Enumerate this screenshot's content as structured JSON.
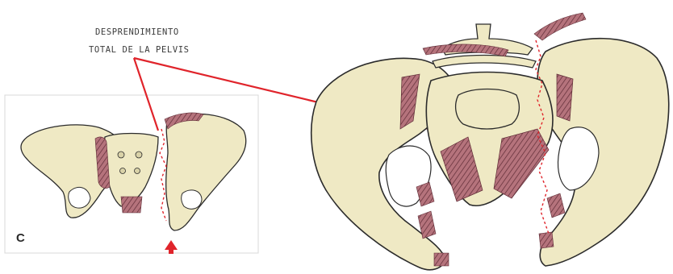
{
  "annotation": {
    "line1": "DESPRENDIMIENTO",
    "line2": "TOTAL DE LA PELVIS"
  },
  "panel_label": "C",
  "colors": {
    "bone": "#efe9c4",
    "bone_outline": "#2b2b2b",
    "ligament": "#b5737c",
    "ligament_dark": "#5e2b35",
    "pointer_line": "#e0242b",
    "panel_border": "#d8d8d8"
  },
  "icons": {
    "pointer_arrow": "red-up-arrow-icon"
  }
}
